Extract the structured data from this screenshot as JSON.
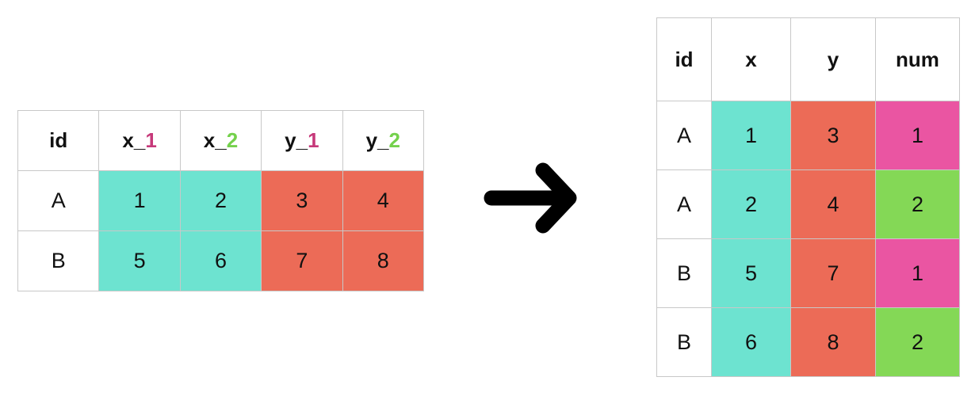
{
  "wide_table": {
    "headers": [
      {
        "prefix": "",
        "suffix": "",
        "text": "id"
      },
      {
        "prefix": "x_",
        "suffix": "1"
      },
      {
        "prefix": "x_",
        "suffix": "2"
      },
      {
        "prefix": "y_",
        "suffix": "1"
      },
      {
        "prefix": "y_",
        "suffix": "2"
      }
    ],
    "rows": [
      [
        "A",
        "1",
        "2",
        "3",
        "4"
      ],
      [
        "B",
        "5",
        "6",
        "7",
        "8"
      ]
    ]
  },
  "long_table": {
    "headers": [
      "id",
      "x",
      "y",
      "num"
    ],
    "rows": [
      [
        "A",
        "1",
        "3",
        "1"
      ],
      [
        "A",
        "2",
        "4",
        "2"
      ],
      [
        "B",
        "5",
        "7",
        "1"
      ],
      [
        "B",
        "6",
        "8",
        "2"
      ]
    ]
  },
  "colors": {
    "x": "#6de3d0",
    "y": "#ec6b57",
    "num_1": "#ea55a2",
    "num_2": "#84d856",
    "suffix_1": "#c6397a",
    "suffix_2": "#74d14c"
  },
  "arrow_icon": "right-arrow-icon"
}
